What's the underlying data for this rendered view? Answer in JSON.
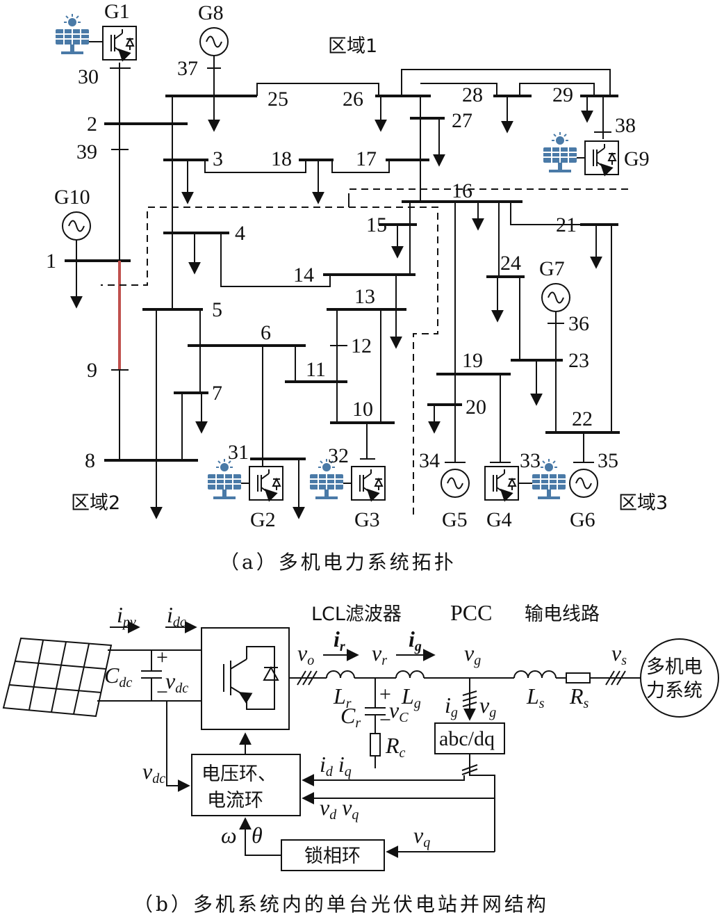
{
  "part_a": {
    "caption": "（a）多机电力系统拓扑",
    "areas": {
      "area1": "区域1",
      "area2": "区域2",
      "area3": "区域3"
    },
    "generators": {
      "G1": "G1",
      "G2": "G2",
      "G3": "G3",
      "G4": "G4",
      "G5": "G5",
      "G6": "G6",
      "G7": "G7",
      "G8": "G8",
      "G9": "G9",
      "G10": "G10"
    },
    "buses": {
      "b1": "1",
      "b2": "2",
      "b3": "3",
      "b4": "4",
      "b5": "5",
      "b6": "6",
      "b7": "7",
      "b8": "8",
      "b9": "9",
      "b10": "10",
      "b11": "11",
      "b12": "12",
      "b13": "13",
      "b14": "14",
      "b15": "15",
      "b16": "16",
      "b17": "17",
      "b18": "18",
      "b19": "19",
      "b20": "20",
      "b21": "21",
      "b22": "22",
      "b23": "23",
      "b24": "24",
      "b25": "25",
      "b26": "26",
      "b27": "27",
      "b28": "28",
      "b29": "29",
      "b30": "30",
      "b31": "31",
      "b32": "32",
      "b33": "33",
      "b34": "34",
      "b35": "35",
      "b36": "36",
      "b37": "37",
      "b38": "38",
      "b39": "39"
    }
  },
  "part_b": {
    "caption": "（b）多机系统内的单台光伏电站并网结构",
    "titles": {
      "lcl": "LCL滤波器",
      "pcc": "PCC",
      "line": "输电线路"
    },
    "blocks": {
      "abcdq": "abc/dq",
      "ctrl_line1": "电压环、",
      "ctrl_line2": "电流环",
      "pll": "锁相环",
      "grid_line1": "多机电",
      "grid_line2": "力系统"
    },
    "symbols": {
      "i": "i",
      "pv": "pv",
      "dc": "dc",
      "C": "C",
      "v": "v",
      "o": "o",
      "r": "r",
      "g": "g",
      "s": "s",
      "L": "L",
      "R": "R",
      "c": "c",
      "d": "d",
      "q": "q",
      "plus": "+",
      "minus": "−",
      "omega": "ω",
      "theta": "θ"
    }
  },
  "colors": {
    "ink": "#111111",
    "tie_line": "#c0504d",
    "pv_panel": "#4a7aa7"
  }
}
